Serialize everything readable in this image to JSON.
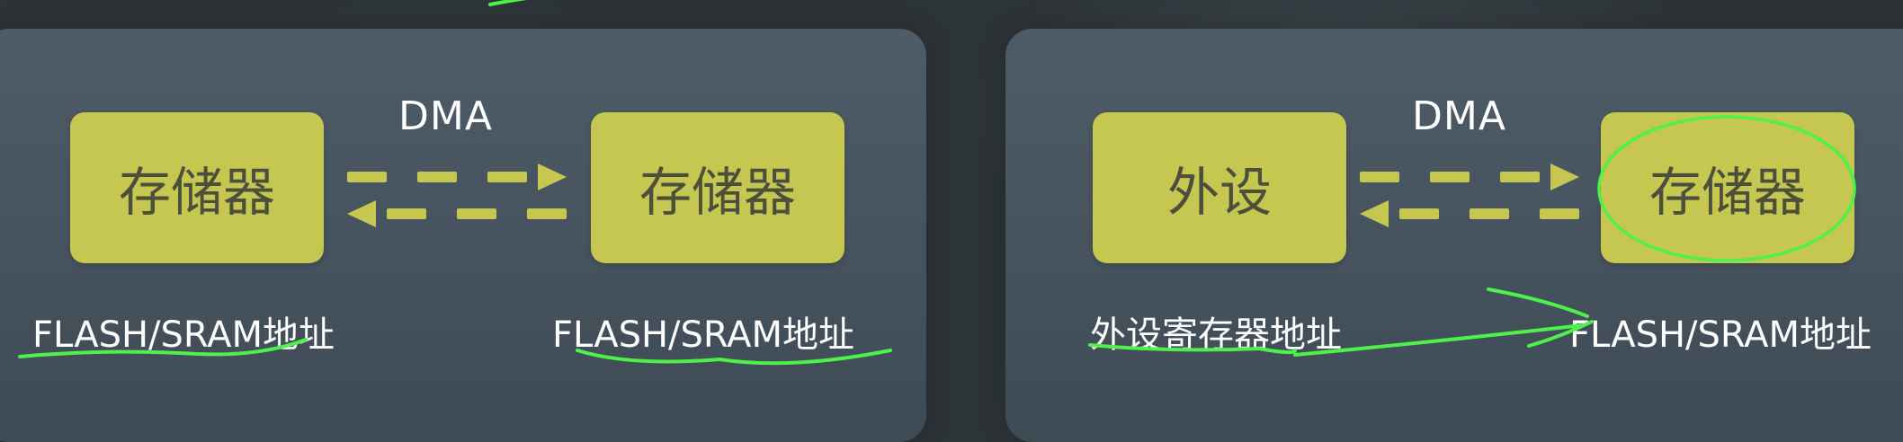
{
  "left_panel": {
    "source_box": "存储器",
    "dest_box": "存储器",
    "dma_label": "DMA",
    "source_address": "FLASH/SRAM地址",
    "dest_address": "FLASH/SRAM地址"
  },
  "right_panel": {
    "source_box": "外设",
    "dest_box": "存储器",
    "dma_label": "DMA",
    "source_address": "外设寄存器地址",
    "dest_address": "FLASH/SRAM地址"
  },
  "colors": {
    "box_fill": "#c5c751",
    "box_text": "#4b4f3c",
    "arrow_fill": "#c5c751",
    "annotation_ink": "#4ef04a",
    "panel_fill": "#4e5c68"
  }
}
